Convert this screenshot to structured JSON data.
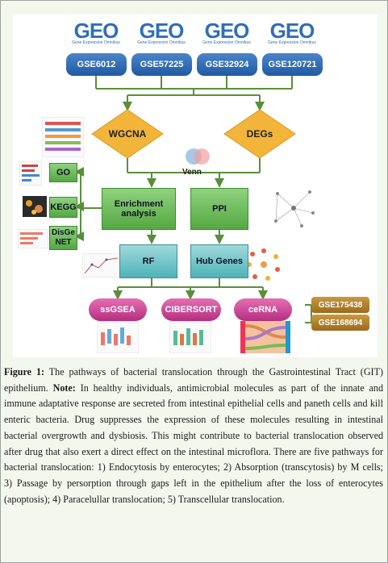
{
  "geo": {
    "logo_text": "GEO",
    "subtitle": "Gene Expression Omnibus"
  },
  "datasets": [
    "GSE6012",
    "GSE57225",
    "GSE32924",
    "GSE120721"
  ],
  "diamonds": {
    "left": "WGCNA",
    "right": "DEGs"
  },
  "venn": "Venn",
  "side_boxes": [
    "GO",
    "KEGG",
    "DisGe NET"
  ],
  "enrichment": "Enrichment analysis",
  "ppi": "PPI",
  "rf": "RF",
  "hub_genes": "Hub Genes",
  "bottom": [
    "ssGSEA",
    "CIBERSORT",
    "ceRNA"
  ],
  "validation": [
    "GSE175438",
    "GSE168694"
  ],
  "caption": {
    "label": "Figure 1:",
    "title": "The pathways of bacterial translocation through the Gastrointestinal Tract (GIT) epithelium.",
    "note_label": "Note:",
    "note": "In healthy individuals, antimicrobial molecules as part of the innate and immune adaptative response are secreted from intestinal epithelial cells and paneth cells and kill enteric bacteria. Drug suppresses the expression of these molecules resulting in intestinal bacterial overgrowth and dysbiosis. This might contribute to bacterial translocation observed after drug that also exert a direct effect on the intestinal microflora. There are five pathways for bacterial translocation: 1) Endocytosis by enterocytes; 2) Absorption (transcytosis) by M cells; 3) Passage by persorption through gaps left in the epithelium after the loss of enterocytes (apoptosis); 4) Paracelullar translocation; 5) Transcellular translocation."
  },
  "colors": {
    "arrow": "#5a8f3a",
    "geo_blue": "#2f6fb8",
    "diamond": "#f2b53a",
    "green": "#6cbf58",
    "teal": "#5cbcc0",
    "pink": "#c93f93",
    "brown": "#b07f2a"
  }
}
